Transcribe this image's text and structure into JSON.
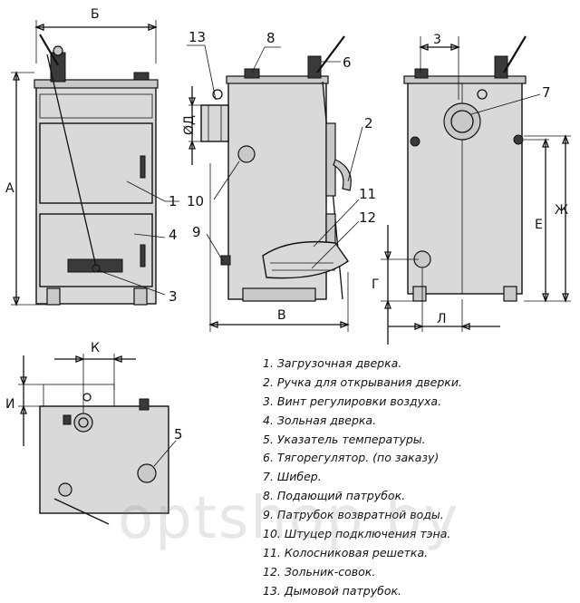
{
  "dimension_labels": {
    "b_top": "Б",
    "a_left": "А",
    "v_bottom": "В",
    "phi_d": "ØД",
    "three": "3",
    "zh_right": "Ж",
    "e_right": "Е",
    "g_left": "Г",
    "l_bottom": "Л",
    "k_top": "К",
    "i_left": "И"
  },
  "callouts": {
    "n1": "1",
    "n2": "2",
    "n3": "3",
    "n4": "4",
    "n5": "5",
    "n6": "6",
    "n7": "7",
    "n8": "8",
    "n9": "9",
    "n10": "10",
    "n11": "11",
    "n12": "12",
    "n13": "13",
    "n5_top": "5"
  },
  "legend": [
    "1.  Загрузочная дверка.",
    "2.  Ручка для открывания дверки.",
    "3.  Винт регулировки воздуха.",
    "4.  Зольная дверка.",
    "5.  Указатель температуры.",
    "6.  Тягорегулятор. (по заказу)",
    "7.  Шибер.",
    "8.  Подающий патрубок.",
    "9.  Патрубок возвратной воды.",
    "10. Штуцер подключения тэна.",
    "11. Колосниковая решетка.",
    "12. Зольник-совок.",
    "13. Дымовой патрубок."
  ],
  "watermark": "optshop.by"
}
